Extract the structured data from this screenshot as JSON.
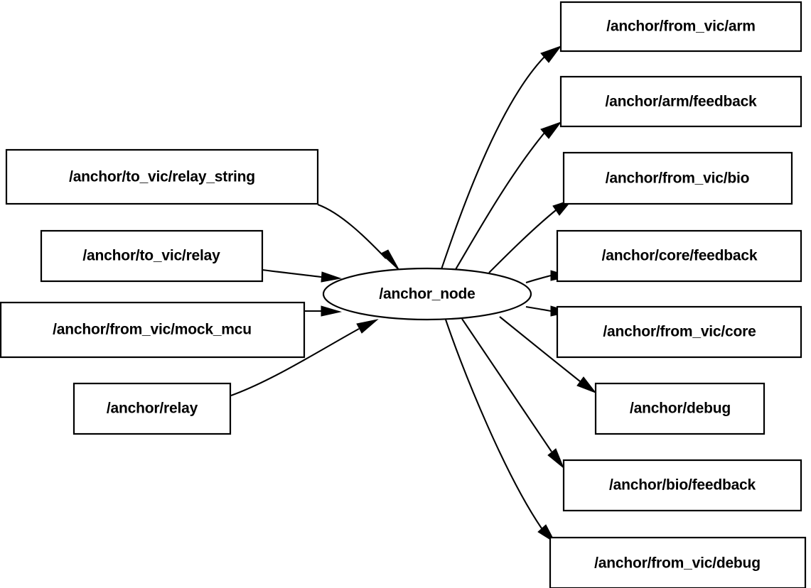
{
  "diagram": {
    "type": "node-graph",
    "title": "",
    "background_color": "#ffffff",
    "stroke_color": "#000000",
    "fill_color": "#ffffff",
    "center_node": {
      "label": "/anchor_node",
      "shape": "ellipse"
    },
    "publisher_topics": [
      {
        "label": "/anchor/to_vic/relay_string"
      },
      {
        "label": "/anchor/to_vic/relay"
      },
      {
        "label": "/anchor/from_vic/mock_mcu"
      },
      {
        "label": "/anchor/relay"
      }
    ],
    "subscriber_topics": [
      {
        "label": "/anchor/from_vic/arm"
      },
      {
        "label": "/anchor/arm/feedback"
      },
      {
        "label": "/anchor/from_vic/bio"
      },
      {
        "label": "/anchor/core/feedback"
      },
      {
        "label": "/anchor/from_vic/core"
      },
      {
        "label": "/anchor/debug"
      },
      {
        "label": "/anchor/bio/feedback"
      },
      {
        "label": "/anchor/from_vic/debug"
      }
    ],
    "edges": [
      {
        "from": "/anchor/to_vic/relay_string",
        "to": "/anchor_node"
      },
      {
        "from": "/anchor/to_vic/relay",
        "to": "/anchor_node"
      },
      {
        "from": "/anchor/from_vic/mock_mcu",
        "to": "/anchor_node"
      },
      {
        "from": "/anchor/relay",
        "to": "/anchor_node"
      },
      {
        "from": "/anchor_node",
        "to": "/anchor/from_vic/arm"
      },
      {
        "from": "/anchor_node",
        "to": "/anchor/arm/feedback"
      },
      {
        "from": "/anchor_node",
        "to": "/anchor/from_vic/bio"
      },
      {
        "from": "/anchor_node",
        "to": "/anchor/core/feedback"
      },
      {
        "from": "/anchor_node",
        "to": "/anchor/from_vic/core"
      },
      {
        "from": "/anchor_node",
        "to": "/anchor/debug"
      },
      {
        "from": "/anchor_node",
        "to": "/anchor/bio/feedback"
      },
      {
        "from": "/anchor_node",
        "to": "/anchor/from_vic/debug"
      }
    ]
  }
}
